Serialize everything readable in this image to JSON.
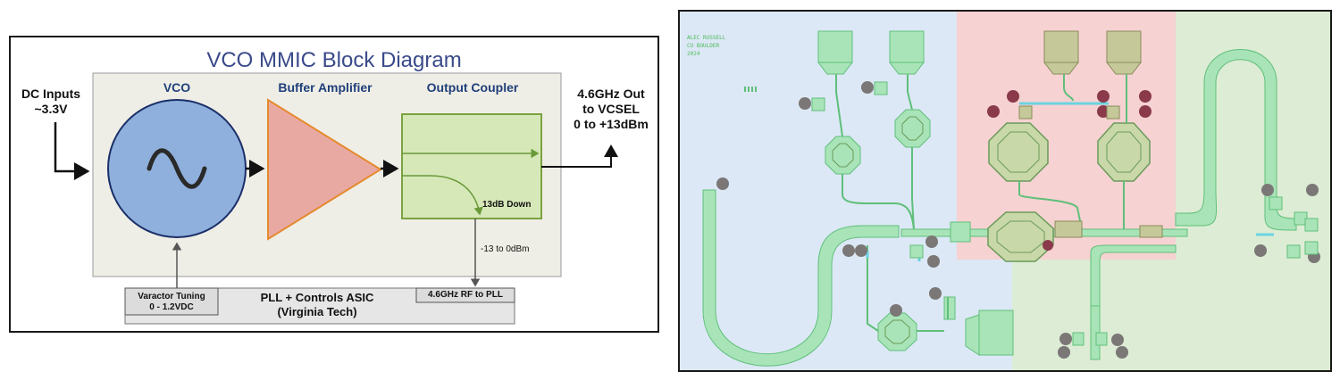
{
  "block_diagram": {
    "title": "VCO MMIC Block Diagram",
    "dc_inputs": [
      "DC Inputs",
      "~3.3V"
    ],
    "vco_label": "VCO",
    "buffer_label": "Buffer Amplifier",
    "coupler_label": "Output Coupler",
    "output_label": [
      "4.6GHz Out",
      "to VCSEL",
      "0 to +13dBm"
    ],
    "coupler_down": "13dB Down",
    "coupled_level": "-13 to 0dBm",
    "asic_label": [
      "PLL + Controls ASIC",
      "(Virginia Tech)"
    ],
    "varactor_box": [
      "Varactor Tuning",
      "0 - 1.2VDC"
    ],
    "rf_box": "4.6GHz RF to PLL",
    "colors": {
      "vco_fill": "#8fb0dc",
      "amp_fill": "#e9a9a3",
      "amp_stroke": "#e58a2e",
      "coupler_fill": "#d6e8b8",
      "coupler_stroke": "#7aa240",
      "asic_fill": "#e6e6e6",
      "mmic_fill": "#efeee6",
      "title": "#3a4a8a"
    }
  },
  "layout": {
    "chip_text": [
      "ALEC RUSSELL",
      "CU BOULDER",
      "2024"
    ],
    "colors": {
      "blue_region": "#dce8f5",
      "red_region": "#f6d2d2",
      "green_region": "#ddecd4",
      "trace": "#a9e4b8",
      "trace_stroke": "#5fbf7a",
      "pad": "#7b7777",
      "pad_red": "#8a3a4a",
      "tan_pad": "#c5c99a"
    }
  }
}
